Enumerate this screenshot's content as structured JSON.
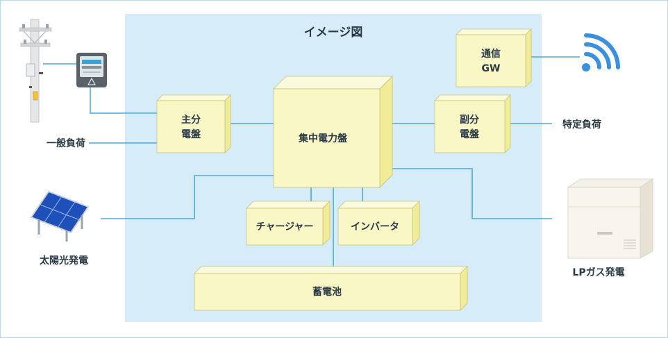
{
  "title": "イメージ図",
  "boxes": {
    "main_panel": [
      "主分",
      "電盤"
    ],
    "central_panel": "集中電力盤",
    "sub_panel": [
      "副分",
      "電盤"
    ],
    "comm_gw": [
      "通信",
      "GW"
    ],
    "charger": "チャージャー",
    "inverter": "インバータ",
    "battery": "蓄電池"
  },
  "labels": {
    "general_load": "一般負荷",
    "specific_load": "特定負荷",
    "solar": "太陽光発電",
    "lp_gas": "LPガス発電"
  },
  "colors": {
    "background_area": "#d7ecf9",
    "box_front": "#faf7c6",
    "box_side": "#f0ec98",
    "box_top": "#fcfadc",
    "line": "#4fa8dc",
    "wifi": "#3a8fe0"
  },
  "icons": [
    "utility-pole-icon",
    "electric-meter-icon",
    "wifi-icon",
    "solar-panel-icon",
    "lp-gas-generator-icon"
  ]
}
